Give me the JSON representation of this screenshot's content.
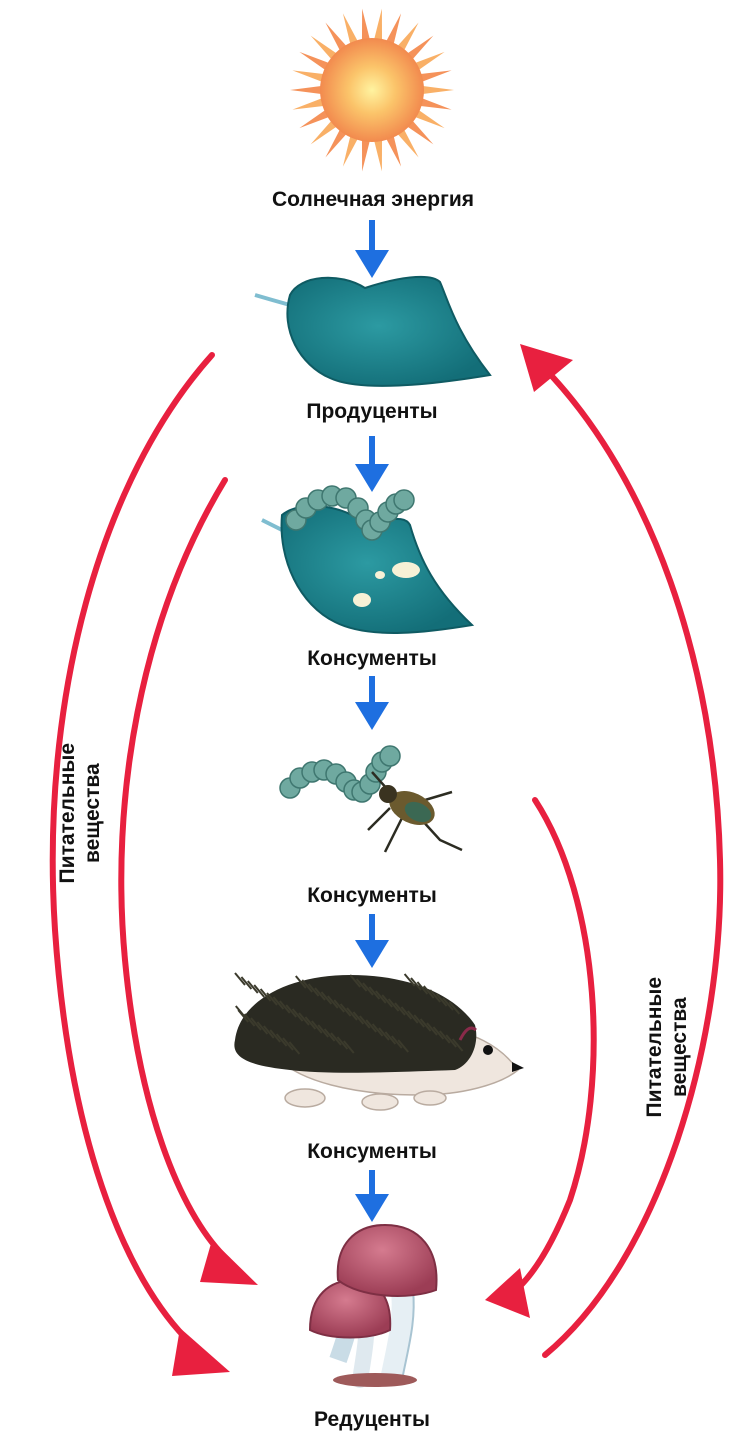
{
  "labels": {
    "sun": "Солнечная энергия",
    "producers": "Продуценты",
    "consumers_1": "Консументы",
    "consumers_2": "Консументы",
    "consumers_3": "Консументы",
    "decomposers": "Редуценты"
  },
  "side_labels": {
    "left": {
      "line1": "Питательные",
      "line2": "вещества"
    },
    "right": {
      "line1": "Питательные",
      "line2": "вещества"
    }
  },
  "illustrations": {
    "sun": "sun-icon",
    "leaf": "leaf-icon",
    "caterpillar_on_leaf": "caterpillar-on-leaf-icon",
    "beetle_with_caterpillar": "beetle-icon",
    "hedgehog": "hedgehog-icon",
    "mushrooms": "mushrooms-icon"
  },
  "colors": {
    "flow_arrow": "#1e6fe0",
    "nutrient_arrow": "#e8203f",
    "leaf": "#1d7f86",
    "sun": "#f6a04a",
    "hedgehog": "#2a2a22",
    "mushroom_cap": "#b8506a"
  }
}
